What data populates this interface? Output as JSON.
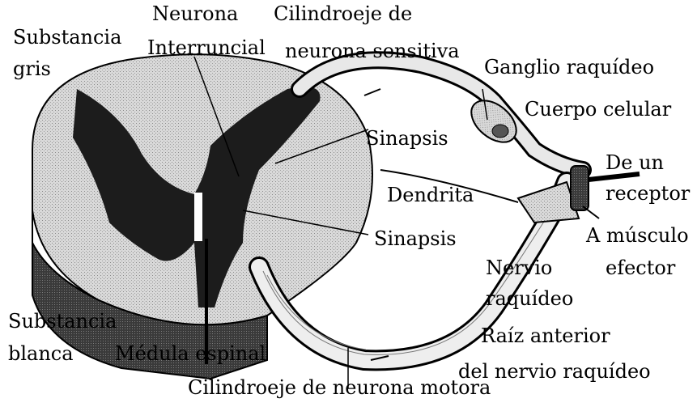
{
  "labels": {
    "neurona": "Neurona",
    "interruncial": "Interruncial",
    "cilindroeje_sensitiva_1": "Cilindroeje de",
    "cilindroeje_sensitiva_2": "neurona sensitiva",
    "substancia_gris_1": "Substancia",
    "substancia_gris_2": "gris",
    "ganglio": "Ganglio raquídeo",
    "cuerpo_celular": "Cuerpo celular",
    "sinapsis_top": "Sinapsis",
    "de_un": "De un",
    "receptor": "receptor",
    "dendrita": "Dendrita",
    "sinapsis_mid": "Sinapsis",
    "a_musculo": "A músculo",
    "efector": "efector",
    "nervio": "Nervio",
    "raquideo": "raquídeo",
    "substancia_blanca_1": "Substancia",
    "substancia_blanca_2": "blanca",
    "raiz_anterior_1": "Raíz anterior",
    "raiz_anterior_2": "del nervio raquídeo",
    "medula": "Médula espinal",
    "cilindroeje_motora": "Cilindroeje de neurona motora"
  }
}
